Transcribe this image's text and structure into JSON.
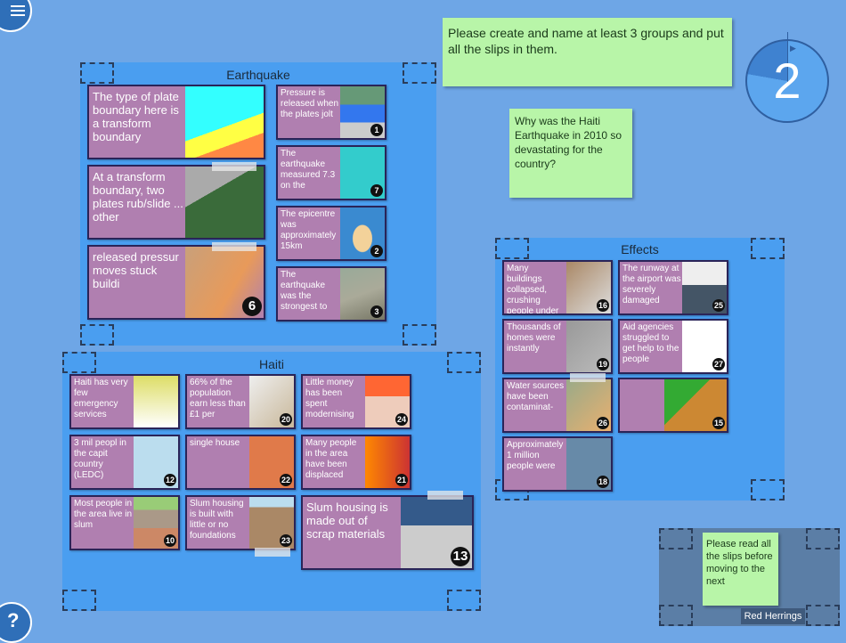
{
  "toolbar": {
    "menu_icon": "hamburger-icon",
    "help_icon": "question-icon"
  },
  "instruction": "Please create and name at least 3 groups and put all the slips in them.",
  "question": "Why was the Haiti Earthquake in 2010 so devastating for the country?",
  "timer": {
    "value": "2",
    "progress": 0.22
  },
  "groups": {
    "earthquake": {
      "title": "Earthquake",
      "slips": [
        {
          "text": "The type of plate boundary here is a transform boundary",
          "num": ""
        },
        {
          "text": "At a transform boundary, two plates rub/slide ... other",
          "num": ""
        },
        {
          "text": "released pressur moves stuck buildi",
          "num": "6"
        },
        {
          "text": "Pressure is released when the plates jolt",
          "num": "1"
        },
        {
          "text": "The earthquake measured 7.3 on the",
          "num": "7"
        },
        {
          "text": "The epicentre was approximately 15km",
          "num": "2"
        },
        {
          "text": "The earthquake was the strongest to",
          "num": "3"
        }
      ]
    },
    "haiti": {
      "title": "Haiti",
      "slips": [
        {
          "text": "Haiti has very few emergency services",
          "num": ""
        },
        {
          "text": "66% of the population earn less than £1 per",
          "num": "20"
        },
        {
          "text": "Little money has been spent modernising",
          "num": "24"
        },
        {
          "text": "3 mil peopl in the capit country (LEDC)",
          "num": "12"
        },
        {
          "text": "single house",
          "num": "22"
        },
        {
          "text": "Many people in the area have been displaced",
          "num": "21"
        },
        {
          "text": "Most people in the area live in slum",
          "num": "10"
        },
        {
          "text": "Slum housing is made out of scrap materials",
          "num": "13"
        },
        {
          "text": "Slum housing is built with little or no foundations",
          "num": "23"
        }
      ]
    },
    "effects": {
      "title": "Effects",
      "slips": [
        {
          "text": "Many buildings collapsed, crushing people under",
          "num": "16"
        },
        {
          "text": "The runway at the airport was severely damaged",
          "num": "25"
        },
        {
          "text": "Thousands of homes were instantly",
          "num": "19"
        },
        {
          "text": "Aid agencies struggled to get help to the people",
          "num": "27"
        },
        {
          "text": "Water sources have been contaminat-",
          "num": "26"
        },
        {
          "text": "",
          "num": "15"
        },
        {
          "text": "Approximately 1 million people were",
          "num": "18"
        }
      ]
    },
    "red_herrings": {
      "title": "Red Herrings",
      "note": "Please read all the slips before moving to the next"
    }
  }
}
